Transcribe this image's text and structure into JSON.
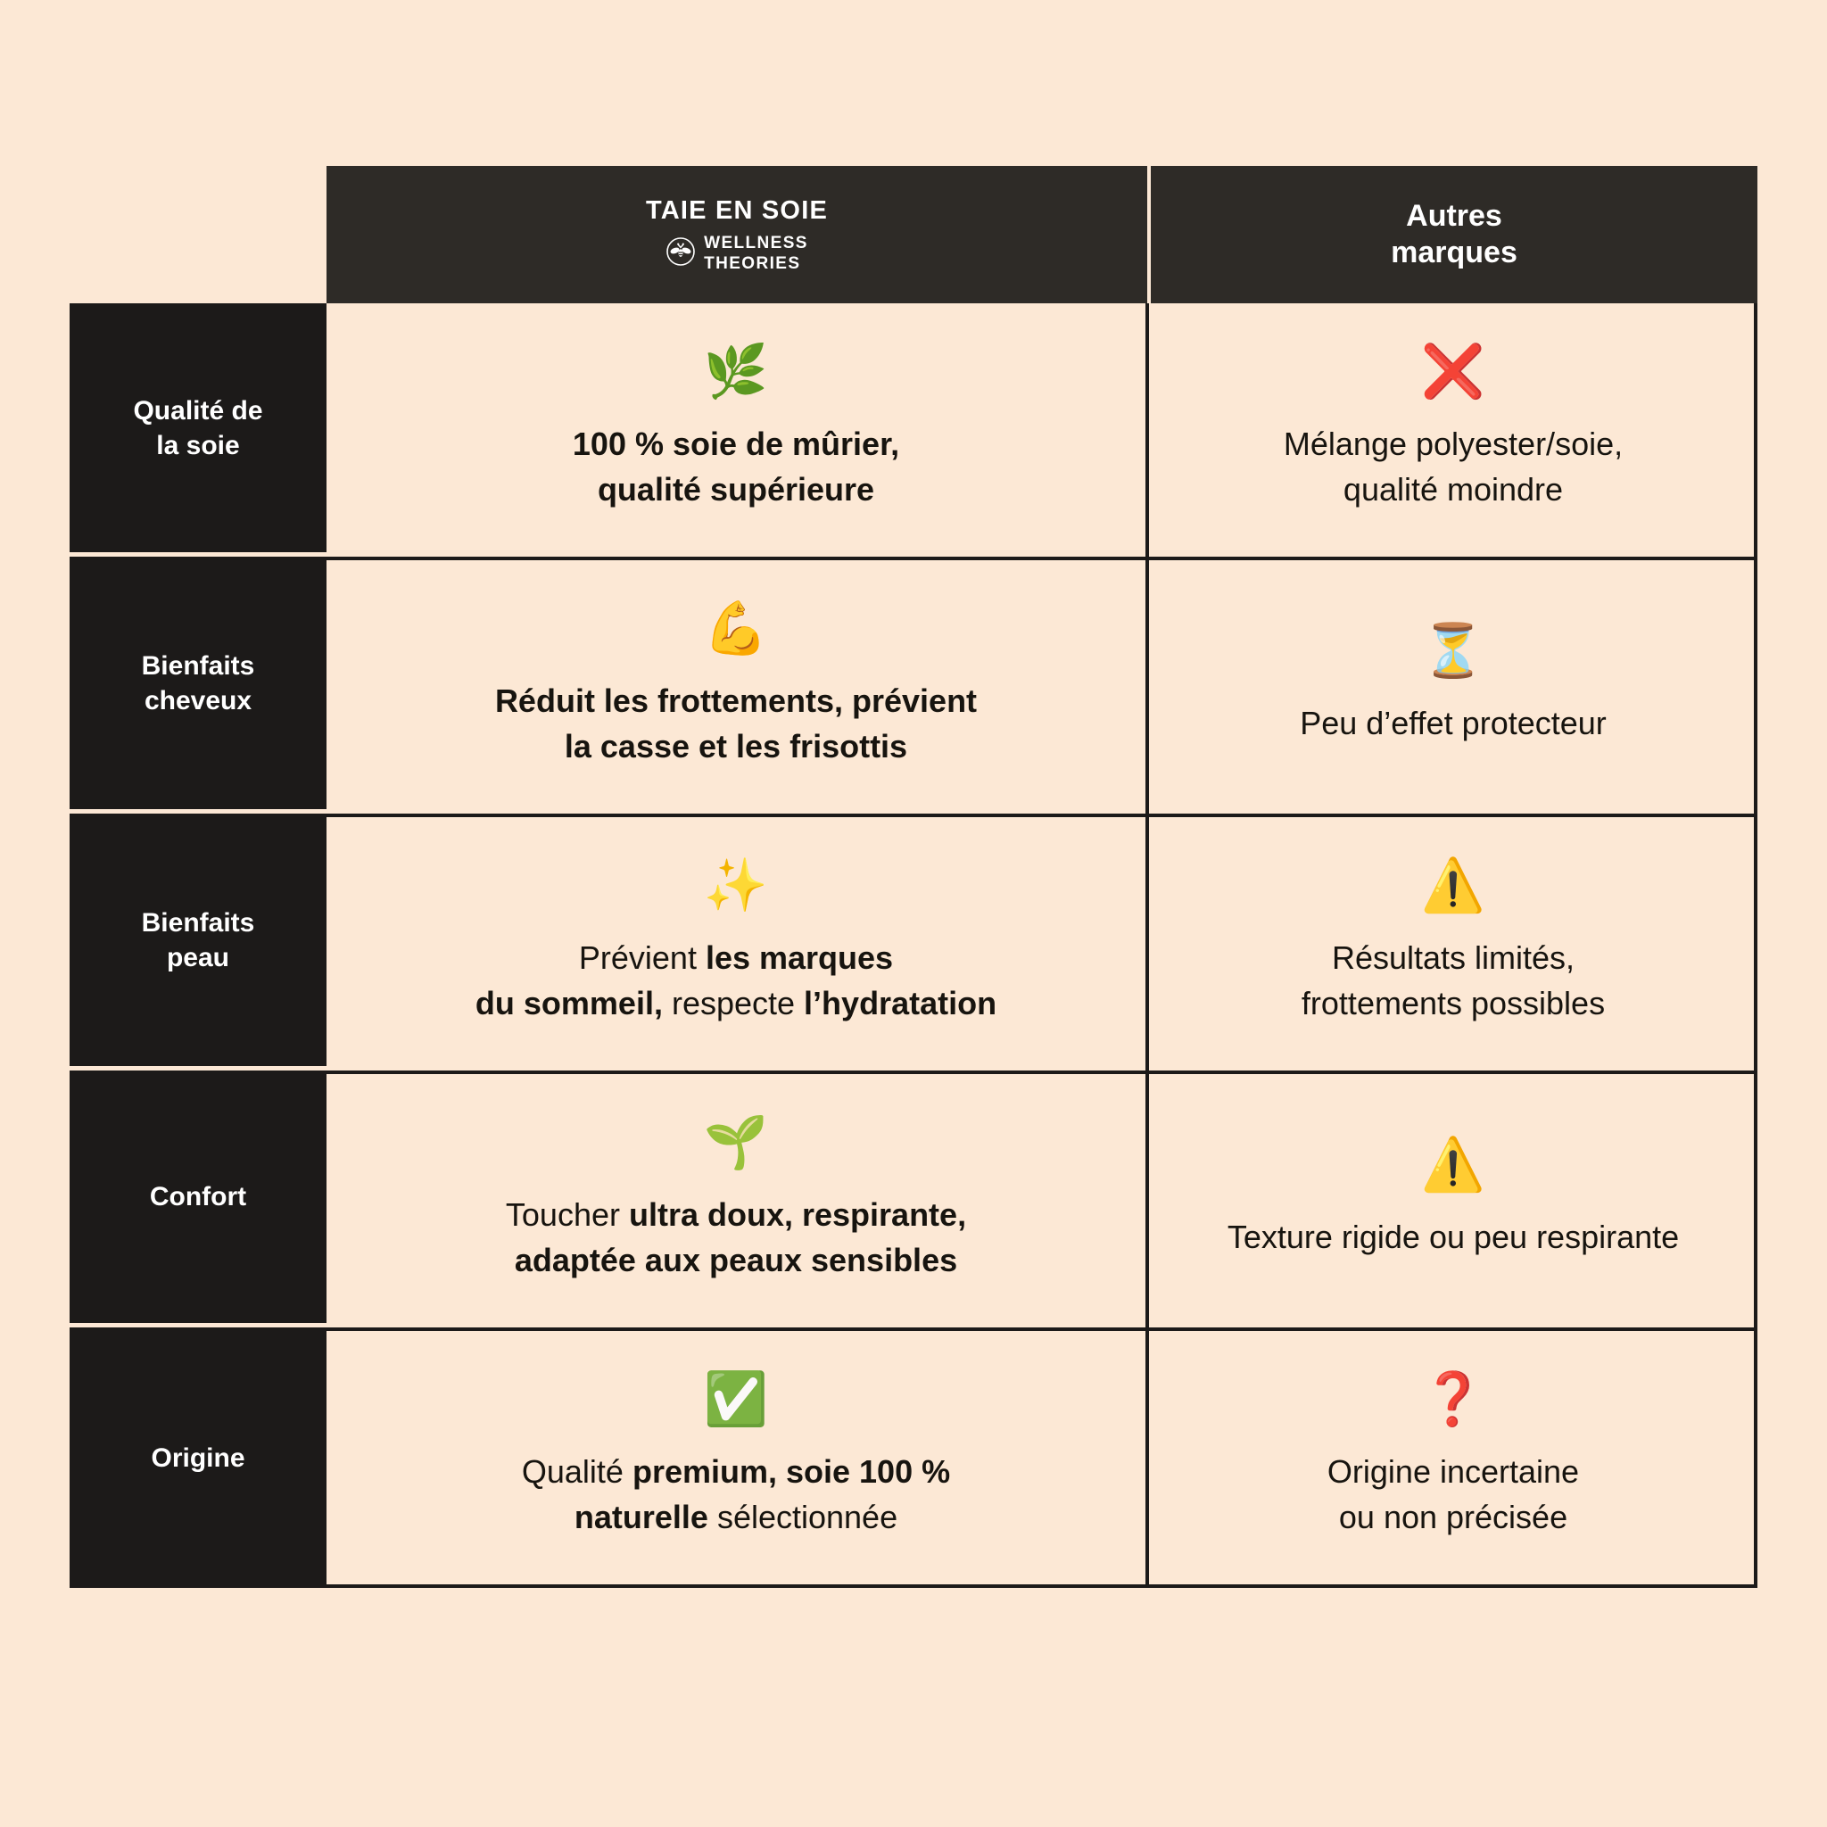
{
  "page": {
    "background_color": "#FCE8D5",
    "dark_color": "#1C1A19",
    "header_color": "#2E2B27",
    "text_color": "#17140F"
  },
  "header": {
    "silk": {
      "title": "TAIE EN SOIE",
      "brand_icon": "bee-in-circle-icon",
      "brand_line1": "WELLNESS",
      "brand_line2": "THEORIES"
    },
    "other": {
      "title_line1": "Autres",
      "title_line2": "marques"
    }
  },
  "rows": [
    {
      "label_line1": "Qualité de",
      "label_line2": "la soie",
      "silk": {
        "icon": "herb-icon",
        "emoji": "🌿",
        "line1": "100 % soie de mûrier,",
        "line2": "qualité supérieure",
        "bold": true
      },
      "other": {
        "icon": "cross-mark-icon",
        "emoji": "❌",
        "line1": "Mélange polyester/soie,",
        "line2": "qualité moindre"
      }
    },
    {
      "label_line1": "Bienfaits",
      "label_line2": "cheveux",
      "silk": {
        "icon": "flexed-biceps-icon",
        "emoji": "💪",
        "line1": "Réduit les frottements, prévient",
        "line2": "la casse et les frisottis",
        "bold": true
      },
      "other": {
        "icon": "hourglass-icon",
        "emoji": "⏳",
        "line1": "Peu d’effet protecteur",
        "line2": ""
      }
    },
    {
      "label_line1": "Bienfaits",
      "label_line2": "peau",
      "silk": {
        "icon": "sparkles-icon",
        "emoji": "✨",
        "seg1_regular": "Prévient ",
        "seg2_bold": "les marques",
        "seg3_bold": "du sommeil,",
        "seg4_regular": " respecte ",
        "seg5_bold": "l’hydratation"
      },
      "other": {
        "icon": "warning-icon",
        "emoji": "⚠️",
        "line1": "Résultats limités,",
        "line2": "frottements possibles"
      }
    },
    {
      "label_line1": "Confort",
      "label_line2": "",
      "silk": {
        "icon": "seedling-icon",
        "emoji": "🌱",
        "seg1_regular": "Toucher ",
        "seg2_bold": "ultra doux, respirante,",
        "seg3_bold": "adaptée aux peaux sensibles"
      },
      "other": {
        "icon": "warning-icon",
        "emoji": "⚠️",
        "line1": "Texture rigide ou peu respirante",
        "line2": ""
      }
    },
    {
      "label_line1": "Origine",
      "label_line2": "",
      "silk": {
        "icon": "check-mark-button-icon",
        "emoji": "✅",
        "seg1_regular": "Qualité ",
        "seg2_bold": "premium, soie 100 %",
        "seg3_bold": "naturelle",
        "seg4_regular": " sélectionnée"
      },
      "other": {
        "icon": "question-mark-icon",
        "emoji": "❓",
        "line1": "Origine incertaine",
        "line2": "ou non précisée"
      }
    }
  ]
}
